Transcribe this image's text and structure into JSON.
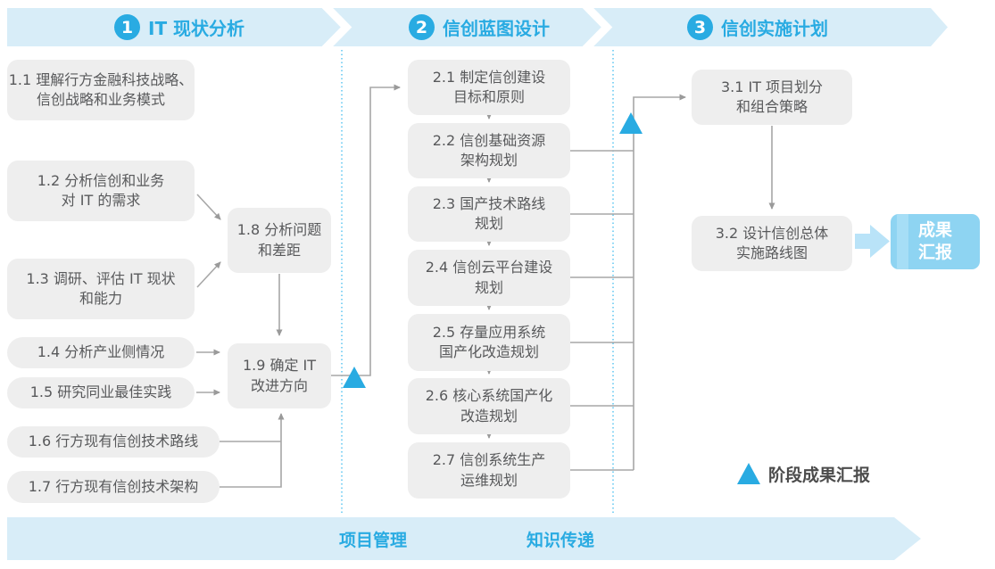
{
  "phases": [
    {
      "number": "1",
      "label": "IT 现状分析"
    },
    {
      "number": "2",
      "label": "信创蓝图设计"
    },
    {
      "number": "3",
      "label": "信创实施计划"
    }
  ],
  "steps": {
    "s11": {
      "label": "1.1 理解行方金融科技战略、\n信创战略和业务模式"
    },
    "s12": {
      "label": "1.2 分析信创和业务\n对 IT 的需求"
    },
    "s13": {
      "label": "1.3 调研、评估 IT 现状\n和能力"
    },
    "s14": {
      "label": "1.4 分析产业侧情况"
    },
    "s15": {
      "label": "1.5 研究同业最佳实践"
    },
    "s16": {
      "label": "1.6 行方现有信创技术路线"
    },
    "s17": {
      "label": "1.7 行方现有信创技术架构"
    },
    "s18": {
      "label": "1.8 分析问题\n和差距"
    },
    "s19": {
      "label": "1.9 确定 IT\n改进方向"
    },
    "s21": {
      "label": "2.1 制定信创建设\n目标和原则"
    },
    "s22": {
      "label": "2.2 信创基础资源\n架构规划"
    },
    "s23": {
      "label": "2.3 国产技术路线\n规划"
    },
    "s24": {
      "label": "2.4 信创云平台建设\n规划"
    },
    "s25": {
      "label": "2.5 存量应用系统\n国产化改造规划"
    },
    "s26": {
      "label": "2.6 核心系统国产化\n改造规划"
    },
    "s27": {
      "label": "2.7 信创系统生产\n运维规划"
    },
    "s31": {
      "label": "3.1 IT 项目划分\n和组合策略"
    },
    "s32": {
      "label": "3.2 设计信创总体\n实施路线图"
    }
  },
  "result_box": {
    "label": "成果\n汇报"
  },
  "legend": {
    "label": "阶段成果汇报"
  },
  "footer": {
    "items": [
      "项目管理",
      "知识传递"
    ]
  },
  "colors": {
    "accent": "#29abe2",
    "band": "#d8edf8",
    "box": "#eeeeee",
    "boxtext": "#58595b",
    "connector": "#a7a7a7",
    "dotted": "#4fc1f0",
    "result": "#8ed4f2",
    "stripe": "#a6def6",
    "arrow-light": "#b9e3f8",
    "legendtext": "#4c4c4c"
  }
}
